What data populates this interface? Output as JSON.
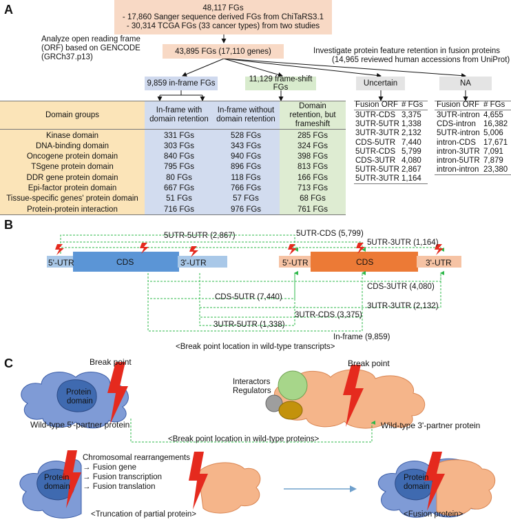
{
  "panels": {
    "a": "A",
    "b": "B",
    "c": "C"
  },
  "a": {
    "top_box": [
      "48,117 FGs",
      "- 17,860 Sanger sequence derived FGs from ChiTaRS3.1",
      "- 30,314 TCGA FGs (33 cancer types) from two studies"
    ],
    "orf_note": [
      "Analyze open reading frame",
      "(ORF) based on GENCODE",
      "(GRCh37.p13)"
    ],
    "mid_box": "43,895 FGs (17,110 genes)",
    "uniprot_note": [
      "Investigate protein feature retention in fusion proteins",
      "(14,965 reviewed human accessions from UniProt)"
    ],
    "inframe_box": "9,859 in-frame FGs",
    "frameshift_box": "11,129 frame-shift FGs",
    "uncertain_box": "Uncertain",
    "na_box": "NA",
    "table": {
      "headers": [
        "Domain groups",
        "In-frame with\ndomain retention",
        "In-frame without\ndomain retention",
        "Domain\nretention, but\nframeshift"
      ],
      "rows": [
        [
          "Kinase domain",
          "331 FGs",
          "528 FGs",
          "285 FGs"
        ],
        [
          "DNA-binding domain",
          "303 FGs",
          "343 FGs",
          "324 FGs"
        ],
        [
          "Oncogene protein domain",
          "840 FGs",
          "940 FGs",
          "398 FGs"
        ],
        [
          "TSgene protein domain",
          "795 FGs",
          "896 FGs",
          "813 FGs"
        ],
        [
          "DDR gene protein domain",
          "80 FGs",
          "118 FGs",
          "166 FGs"
        ],
        [
          "Epi-factor protein domain",
          "667 FGs",
          "766 FGs",
          "713 FGs"
        ],
        [
          "Tissue-specific genes' protein domain",
          "51 FGs",
          "57 FGs",
          "68 FGs"
        ],
        [
          "Protein-protein interaction",
          "716 FGs",
          "976 FGs",
          "761 FGs"
        ]
      ]
    },
    "uncertain_table": {
      "headers": [
        "Fusion ORF",
        "# FGs"
      ],
      "rows": [
        [
          "3UTR-CDS",
          "3,375"
        ],
        [
          "3UTR-5UTR",
          "1,338"
        ],
        [
          "3UTR-3UTR",
          "2,132"
        ],
        [
          "CDS-5UTR",
          "7,440"
        ],
        [
          "5UTR-CDS",
          "5,799"
        ],
        [
          "CDS-3UTR",
          "4,080"
        ],
        [
          "5UTR-5UTR",
          "2,867"
        ],
        [
          "5UTR-3UTR",
          "1,164"
        ]
      ]
    },
    "na_table": {
      "headers": [
        "Fusion ORF",
        "# FGs"
      ],
      "rows": [
        [
          "3UTR-intron",
          "4,655"
        ],
        [
          "CDS-intron",
          "16,382"
        ],
        [
          "5UTR-intron",
          "5,006"
        ],
        [
          "intron-CDS",
          "17,671"
        ],
        [
          "intron-3UTR",
          "7,091"
        ],
        [
          "intron-5UTR",
          "7,879"
        ],
        [
          "intron-intron",
          "23,380"
        ]
      ]
    }
  },
  "b": {
    "left": {
      "utr5": "5'-UTR",
      "cds": "CDS",
      "utr3": "3'-UTR"
    },
    "right": {
      "utr5": "5'-UTR",
      "cds": "CDS",
      "utr3": "3'-UTR"
    },
    "labels": {
      "l5u5": "5UTR-5UTR (2,867)",
      "l5cds": "5UTR-CDS (5,799)",
      "l5u3": "5UTR-3UTR (1,164)",
      "lcds3": "CDS-3UTR (4,080)",
      "lcds5": "CDS-5UTR (7,440)",
      "l3u3": "3UTR-3UTR (2,132)",
      "l3cds": "3UTR-CDS (3,375)",
      "l3u5": "3UTR-5UTR (1,338)",
      "inframe": "In-frame (9,859)"
    },
    "caption": "<Break point location in wild-type transcripts>"
  },
  "c": {
    "break_left": "Break point",
    "break_right": "Break point",
    "protein_domain": [
      "Protein",
      "domain"
    ],
    "interactors": [
      "Interactors",
      "Regulators"
    ],
    "wt5": "Wild-type 5'-partner protein",
    "wt3": "Wild-type 3'-partner protein",
    "caption_top": "<Break point location in wild-type proteins>",
    "rearrangement": [
      "Chromosomal rearrangements",
      "→ Fusion gene",
      "→ Fusion transcription",
      "→ Fusion translation"
    ],
    "protein_domain_2": [
      "Protein",
      "domain"
    ],
    "protein_domain_3": [
      "Protein",
      "domain"
    ],
    "caption_truncation": "<Truncation of partial protein>",
    "caption_fusion": "<Fusion protein>"
  }
}
